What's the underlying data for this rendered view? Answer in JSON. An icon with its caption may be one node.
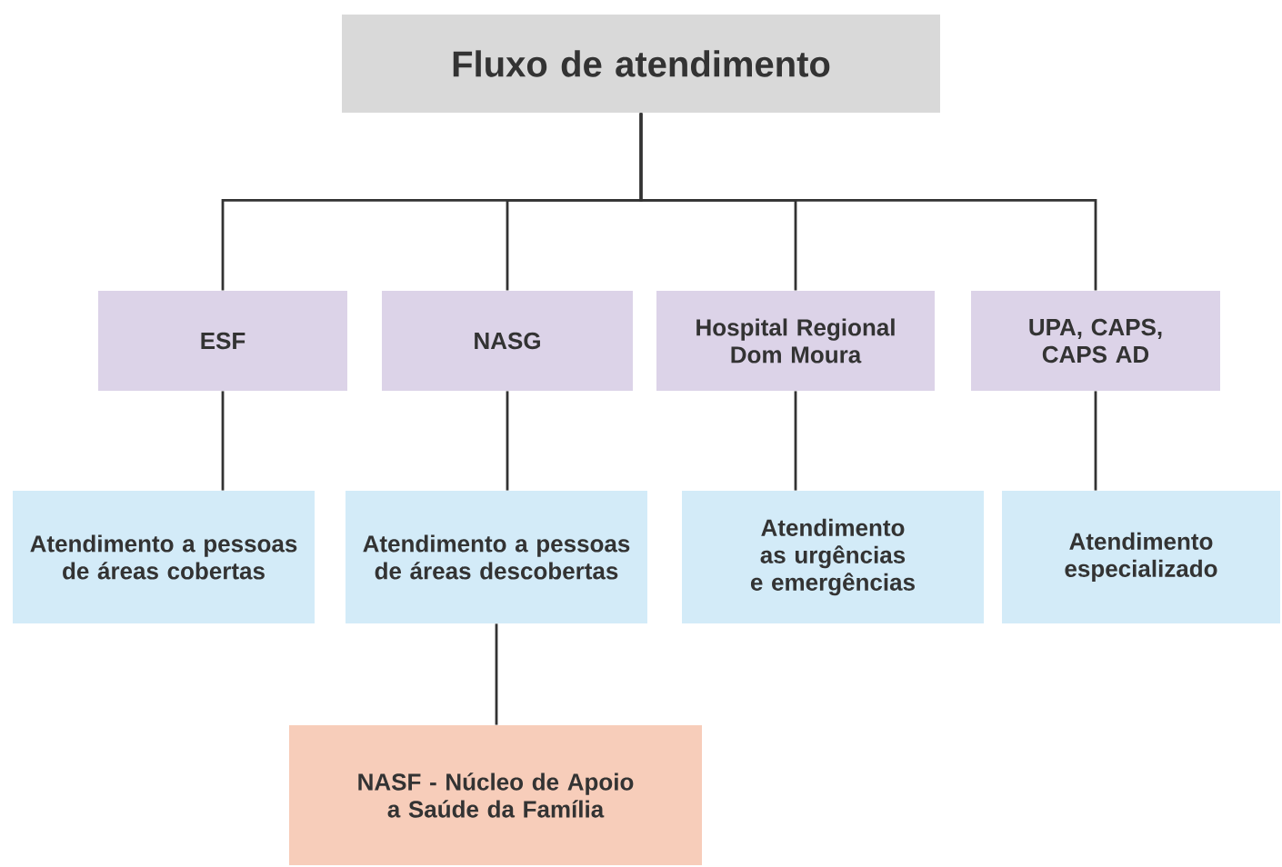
{
  "diagram": {
    "nodes": [
      {
        "text": [
          "Fluxo de atendimento"
        ]
      },
      {
        "text": [
          "ESF"
        ]
      },
      {
        "text": [
          "NASG"
        ]
      },
      {
        "text": [
          "Hospital Regional Dom Moura"
        ]
      },
      {
        "text": [
          "UPA, CAPS, CAPS AD"
        ]
      },
      {
        "text": [
          "Atendimento a pessoas de áreas cobertas"
        ]
      },
      {
        "text": [
          "Atendimento a pessoas de áreas descobertas"
        ]
      },
      {
        "text": [
          "Atendimento as urgências e emergências"
        ]
      },
      {
        "text": [
          "Atendimento especializado"
        ]
      },
      {
        "text": [
          "NASF - Núcleo de Apoio a Saúde da Família"
        ]
      }
    ],
    "edges": [
      {
        "from": 0,
        "to": 1,
        "arrow": "none"
      },
      {
        "from": 0,
        "to": 2,
        "arrow": "none"
      },
      {
        "from": 0,
        "to": 3,
        "arrow": "none"
      },
      {
        "from": 0,
        "to": 4,
        "arrow": "none"
      },
      {
        "from": 1,
        "to": 5,
        "arrow": "none"
      },
      {
        "from": 2,
        "to": 6,
        "arrow": "none"
      },
      {
        "from": 3,
        "to": 7,
        "arrow": "none"
      },
      {
        "from": 4,
        "to": 8,
        "arrow": "none"
      },
      {
        "from": 6,
        "to": 9,
        "arrow": "none"
      }
    ]
  }
}
